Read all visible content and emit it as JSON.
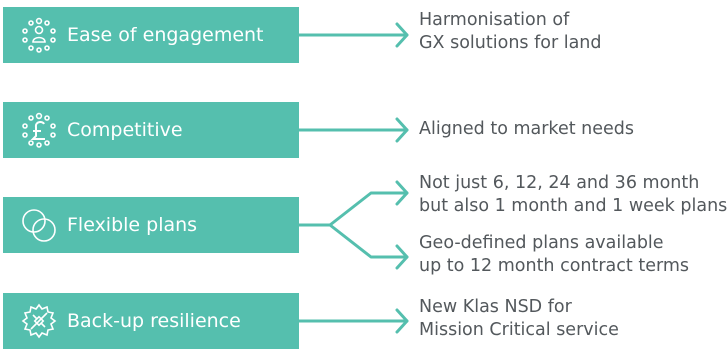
{
  "colors": {
    "box": "#55bfae",
    "arrow": "#55bfae",
    "text": "#53585c"
  },
  "rows": [
    {
      "label": "Ease of engagement",
      "icon": "people-network-icon",
      "outcomes": [
        {
          "lines": [
            "Harmonisation of",
            "GX solutions for land"
          ]
        }
      ]
    },
    {
      "label": "Competitive",
      "icon": "pound-sign-icon",
      "outcomes": [
        {
          "lines": [
            "Aligned to market needs"
          ]
        }
      ]
    },
    {
      "label": "Flexible plans",
      "icon": "overlapping-circles-icon",
      "outcomes": [
        {
          "lines": [
            "Not just 6, 12, 24 and 36 month",
            "but also 1 month and 1 week plans"
          ]
        },
        {
          "lines": [
            "Geo-defined plans available",
            "up to 12 month contract terms"
          ]
        }
      ]
    },
    {
      "label": "Back-up resilience",
      "icon": "satellite-gear-icon",
      "outcomes": [
        {
          "lines": [
            "New Klas NSD for",
            "Mission Critical service"
          ]
        }
      ]
    }
  ]
}
